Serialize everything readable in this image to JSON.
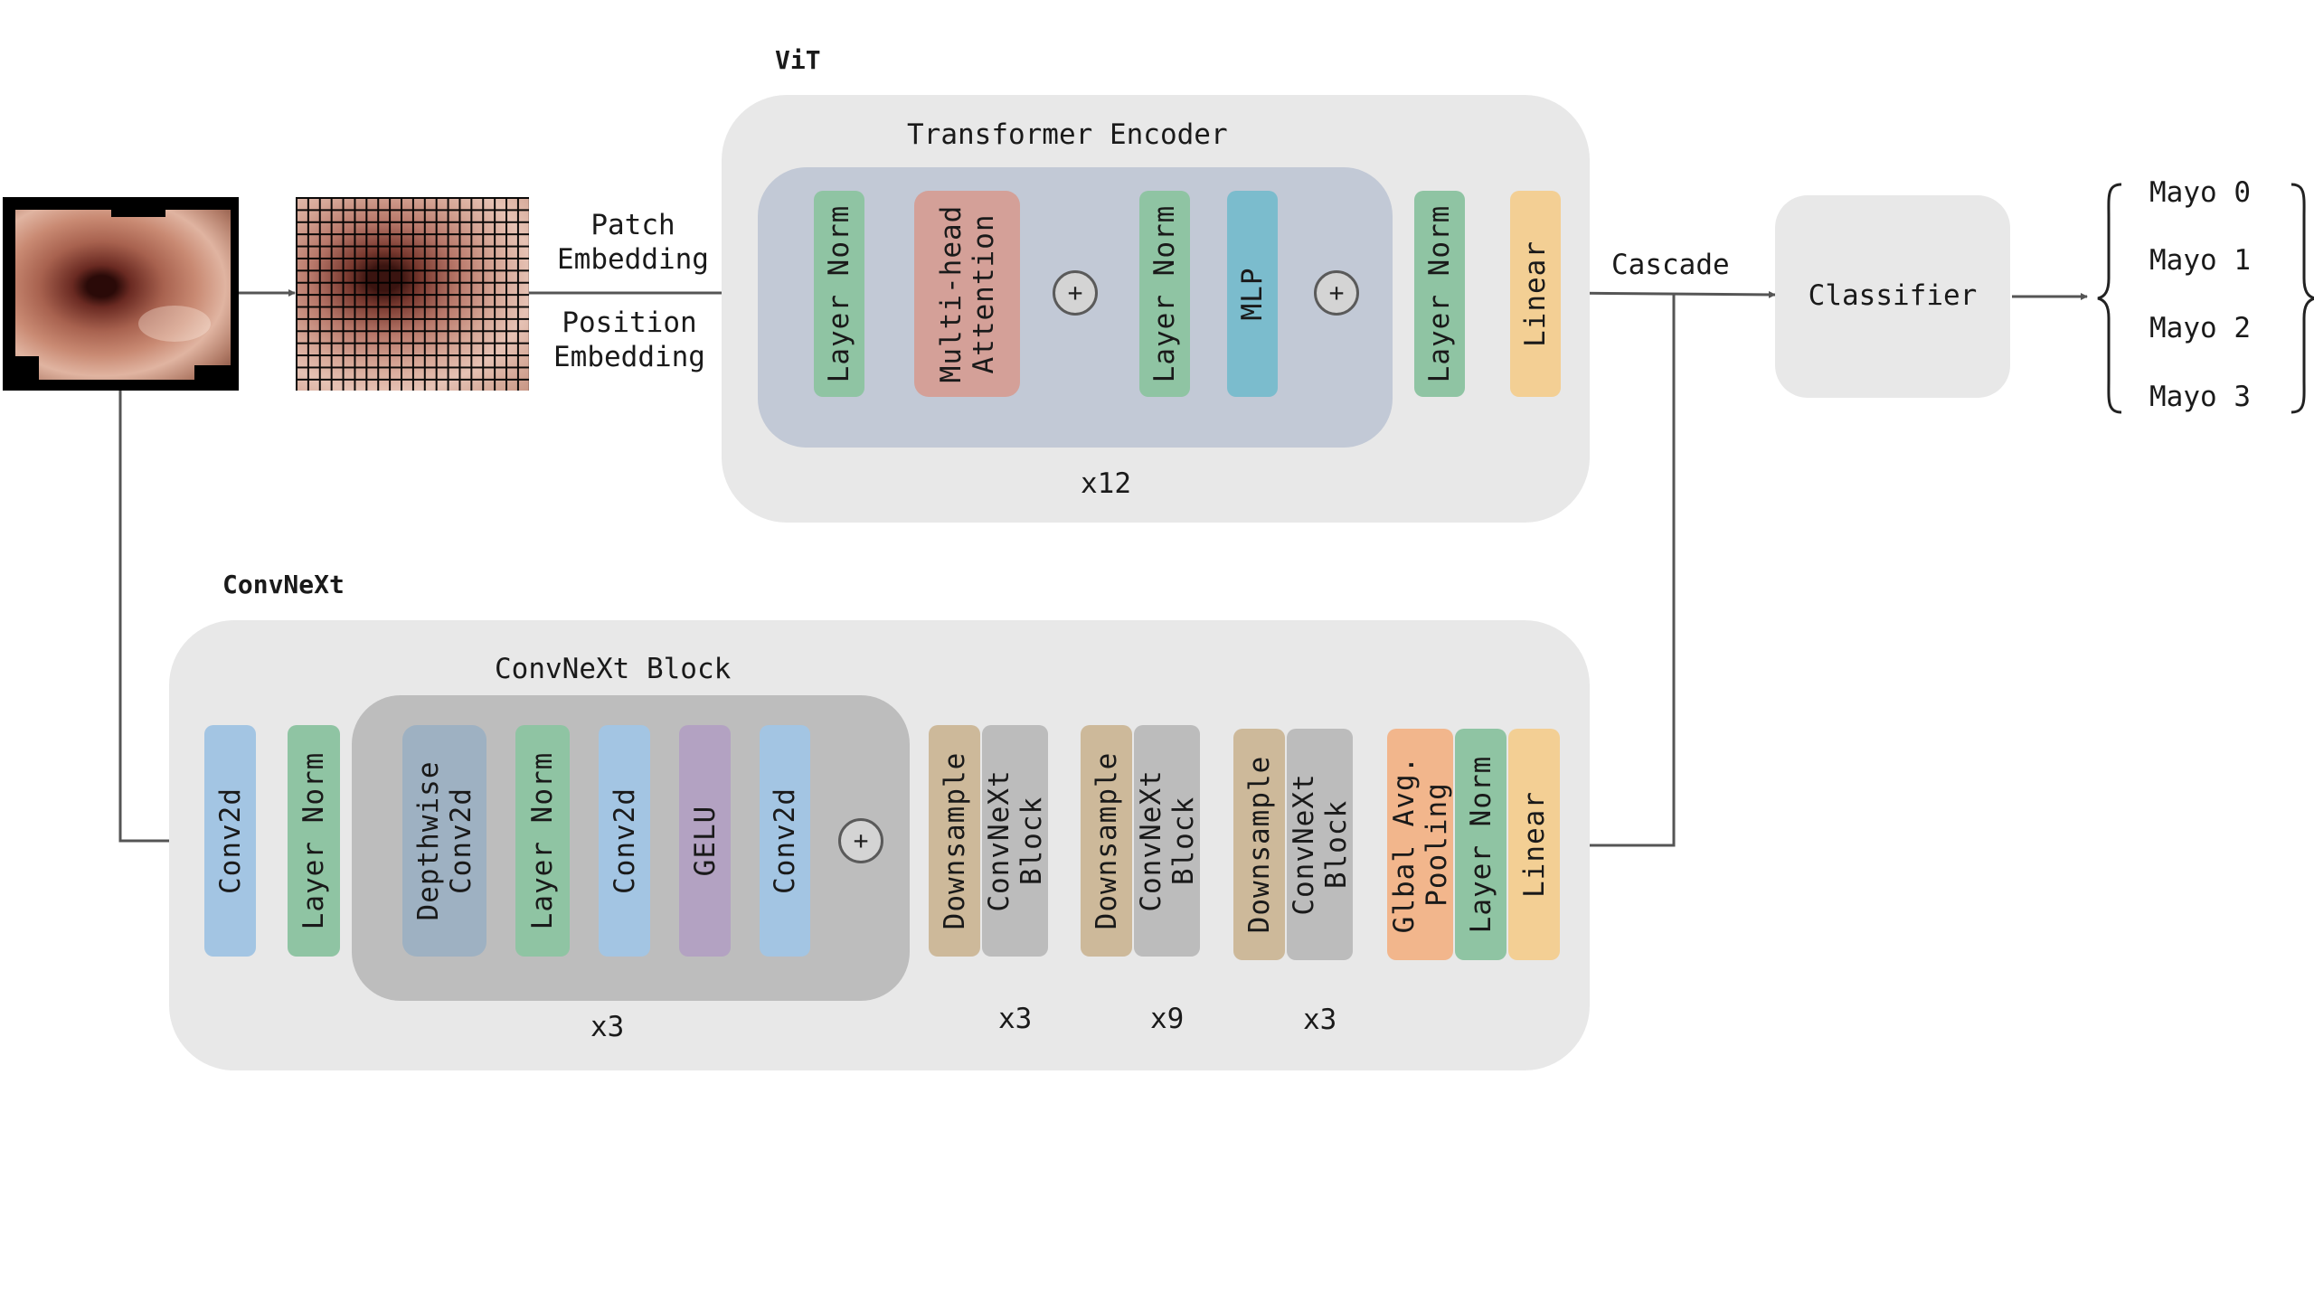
{
  "vit": {
    "title": "ViT",
    "encoder_title": "Transformer Encoder",
    "encoder_repeat": "x12",
    "patch_embedding": "Patch\nEmbedding",
    "position_embedding": "Position\nEmbedding",
    "blocks": {
      "layer_norm_1": "Layer Norm",
      "attention": "Multi-head\nAttention",
      "layer_norm_2": "Layer Norm",
      "mlp": "MLP",
      "layer_norm_3": "Layer Norm",
      "linear": "Linear"
    },
    "plus": "+"
  },
  "cascade": "Cascade",
  "classifier": "Classifier",
  "outputs": [
    "Mayo 0",
    "Mayo 1",
    "Mayo 2",
    "Mayo 3"
  ],
  "convnext": {
    "title": "ConvNeXt",
    "block_title": "ConvNeXt Block",
    "block_repeat": "x3",
    "blocks": {
      "conv2d_stem": "Conv2d",
      "layer_norm_stem": "Layer Norm",
      "depthwise": "Depthwise\nConv2d",
      "layer_norm": "Layer Norm",
      "conv2d_a": "Conv2d",
      "gelu": "GELU",
      "conv2d_b": "Conv2d",
      "pooling": "Glbal Avg.\nPooling",
      "layer_norm_final": "Layer Norm",
      "linear": "Linear"
    },
    "stages": [
      {
        "downsample": "Downsample",
        "block": "ConvNeXt\nBlock",
        "repeat": "x3"
      },
      {
        "downsample": "Downsample",
        "block": "ConvNeXt\nBlock",
        "repeat": "x9"
      },
      {
        "downsample": "Downsample",
        "block": "ConvNeXt\nBlock",
        "repeat": "x3"
      }
    ],
    "plus": "+"
  },
  "colors": {
    "panel": "#e8e8e8",
    "encoder_inner": "#c2c9d6",
    "convnext_inner": "#bdbdbd",
    "layer_norm": "#8fc4a3",
    "attention": "#d4a098",
    "mlp": "#7bbccd",
    "linear": "#f3cf94",
    "conv2d": "#a3c5e3",
    "depthwise": "#9eb1c2",
    "gelu": "#b3a2c2",
    "downsample": "#cdb99a",
    "convnext_block": "#bcbcbc",
    "pooling": "#f2b68c",
    "wire": "#555555"
  },
  "icons": [
    "colonoscopy-image",
    "patch-grid-image",
    "plus-circle-icon",
    "curly-brace-icon"
  ]
}
